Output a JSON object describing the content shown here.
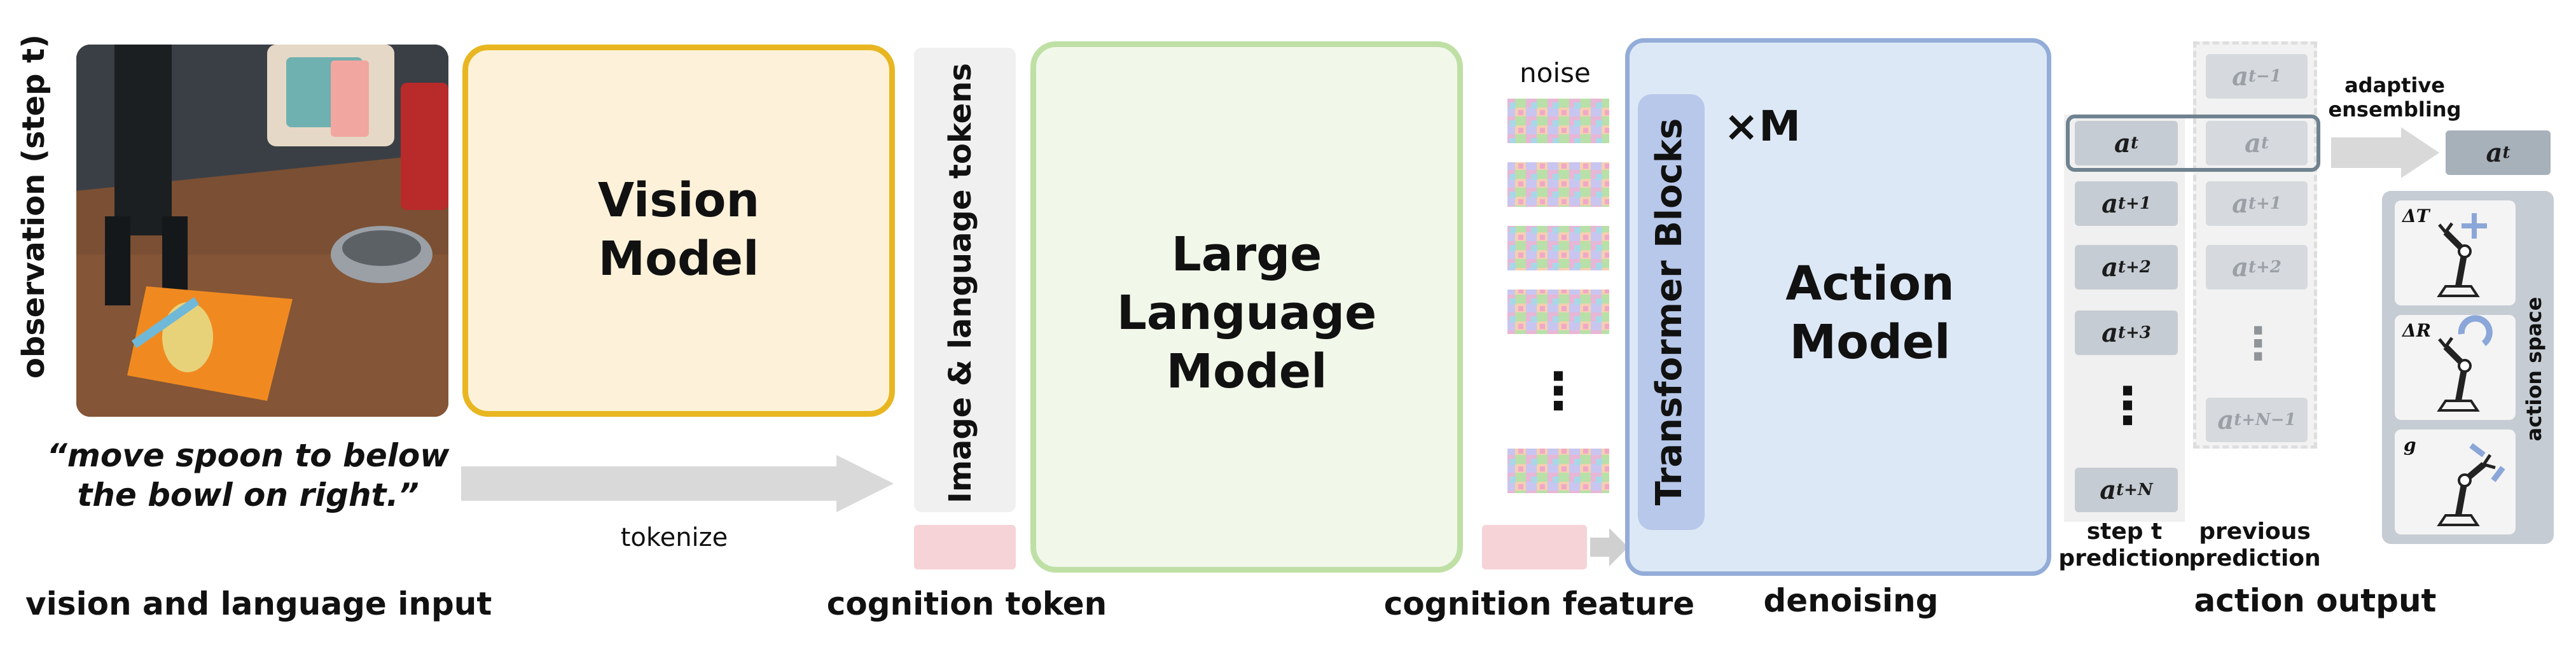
{
  "input": {
    "observation_label": "observation (step t)",
    "instruction_line1": "“move spoon to below",
    "instruction_line2": "the bowl on right.”",
    "section_label": "vision and language input"
  },
  "tokenize_label": "tokenize",
  "vision_model": {
    "line1": "Vision",
    "line2": "Model"
  },
  "tokens_label": "Image & language tokens",
  "cognition_token_label": "cognition token",
  "llm": {
    "line1": "Large",
    "line2": "Language",
    "line3": "Model"
  },
  "noise_label": "noise",
  "vdots": "⋮",
  "cognition_feature_label": "cognition feature",
  "action_model": {
    "transformer_label": "Transformer Blocks",
    "repeat_label": "×M",
    "line1": "Action",
    "line2": "Model"
  },
  "denoising_label": "denoising",
  "step_prediction": {
    "tokens": [
      {
        "base": "a",
        "sub": "t"
      },
      {
        "base": "a",
        "sub": "t+1"
      },
      {
        "base": "a",
        "sub": "t+2"
      },
      {
        "base": "a",
        "sub": "t+3"
      },
      {
        "base": "a",
        "sub": "t+N"
      }
    ],
    "label_line1": "step t",
    "label_line2": "prediction"
  },
  "previous_prediction": {
    "tokens": [
      {
        "base": "a",
        "sub": "t−1"
      },
      {
        "base": "a",
        "sub": "t"
      },
      {
        "base": "a",
        "sub": "t+1"
      },
      {
        "base": "a",
        "sub": "t+2"
      },
      {
        "base": "a",
        "sub": "t+N−1"
      }
    ],
    "label_line1": "previous",
    "label_line2": "prediction"
  },
  "ensembling_label_line1": "adaptive",
  "ensembling_label_line2": "ensembling",
  "output_token": {
    "base": "a",
    "sub": "t"
  },
  "action_space": {
    "label": "action space",
    "items": [
      "ΔT",
      "ΔR",
      "g"
    ]
  },
  "action_output_label": "action output",
  "colors": {
    "vision_border": "#e8b621",
    "vision_fill": "#fdf2d9",
    "llm_border": "#bfe0a5",
    "llm_fill": "#f1f8ea",
    "action_border": "#93acd8",
    "action_fill": "#dde8f6",
    "transformer_fill": "#b8c8ea",
    "pink": "#f6d3d6",
    "arrow_gray": "#d9d9d9"
  }
}
